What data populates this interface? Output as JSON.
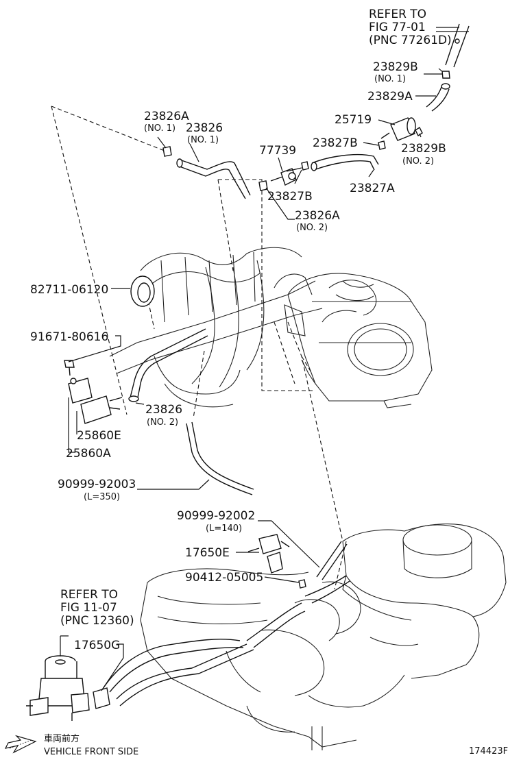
{
  "callouts": {
    "refer_77": {
      "line1": "REFER TO",
      "line2": "FIG 77-01",
      "line3": "(PNC 77261D)"
    },
    "p23829B_1": {
      "pn": "23829B",
      "sub": "(NO. 1)"
    },
    "p23829A": {
      "pn": "23829A"
    },
    "p25719": {
      "pn": "25719"
    },
    "p23826A_1": {
      "pn": "23826A",
      "sub": "(NO. 1)"
    },
    "p23826_1": {
      "pn": "23826",
      "sub": "(NO. 1)"
    },
    "p77739": {
      "pn": "77739"
    },
    "p23827B_a": {
      "pn": "23827B"
    },
    "p23829B_2": {
      "pn": "23829B",
      "sub": "(NO. 2)"
    },
    "p23827B_b": {
      "pn": "23827B"
    },
    "p23827A": {
      "pn": "23827A"
    },
    "p23826A_2": {
      "pn": "23826A",
      "sub": "(NO. 2)"
    },
    "p82711": {
      "pn": "82711-06120"
    },
    "p91671": {
      "pn": "91671-80616"
    },
    "p23826_2": {
      "pn": "23826",
      "sub": "(NO. 2)"
    },
    "p25860E": {
      "pn": "25860E"
    },
    "p25860A": {
      "pn": "25860A"
    },
    "p90999_92003": {
      "pn": "90999-92003",
      "sub": "(L=350)"
    },
    "p90999_92002": {
      "pn": "90999-92002",
      "sub": "(L=140)"
    },
    "p17650E": {
      "pn": "17650E"
    },
    "p90412": {
      "pn": "90412-05005"
    },
    "refer_11": {
      "line1": "REFER TO",
      "line2": "FIG 11-07",
      "line3": "(PNC 12360)"
    },
    "p17650G": {
      "pn": "17650G"
    }
  },
  "footer": {
    "front_jp": "車両前方",
    "front_en": "VEHICLE FRONT SIDE",
    "figure_id": "174423F"
  }
}
